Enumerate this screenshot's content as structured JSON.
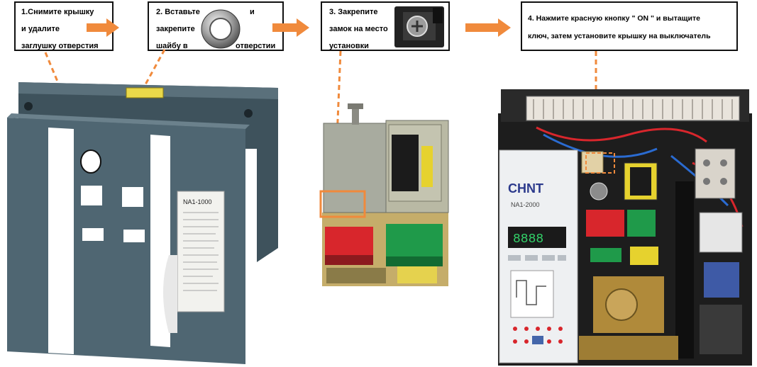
{
  "steps": [
    {
      "lines": [
        "1.Снимите крышку",
        "и удалите",
        "заглушку отверстия"
      ]
    },
    {
      "lines": [
        "2. Вставьте",
        "и",
        "закрепите",
        "шайбу в",
        "отверстии"
      ]
    },
    {
      "lines": [
        "3. Закрепите",
        "замок на место",
        "установки"
      ]
    },
    {
      "lines": [
        "4. Нажмите красную кнопку \" ON \" и вытащите",
        "ключ, затем установите крышку на выключатель"
      ]
    }
  ],
  "product": {
    "brand": "CHNT",
    "label_model": "NA1-2000",
    "display_value": "8888",
    "cover_label": "NA1-1000"
  },
  "colors": {
    "accent_arrow": "#f08a3c",
    "cover": "#4f6672",
    "button_on": "#d8262c",
    "button_off": "#1f9a4a"
  }
}
